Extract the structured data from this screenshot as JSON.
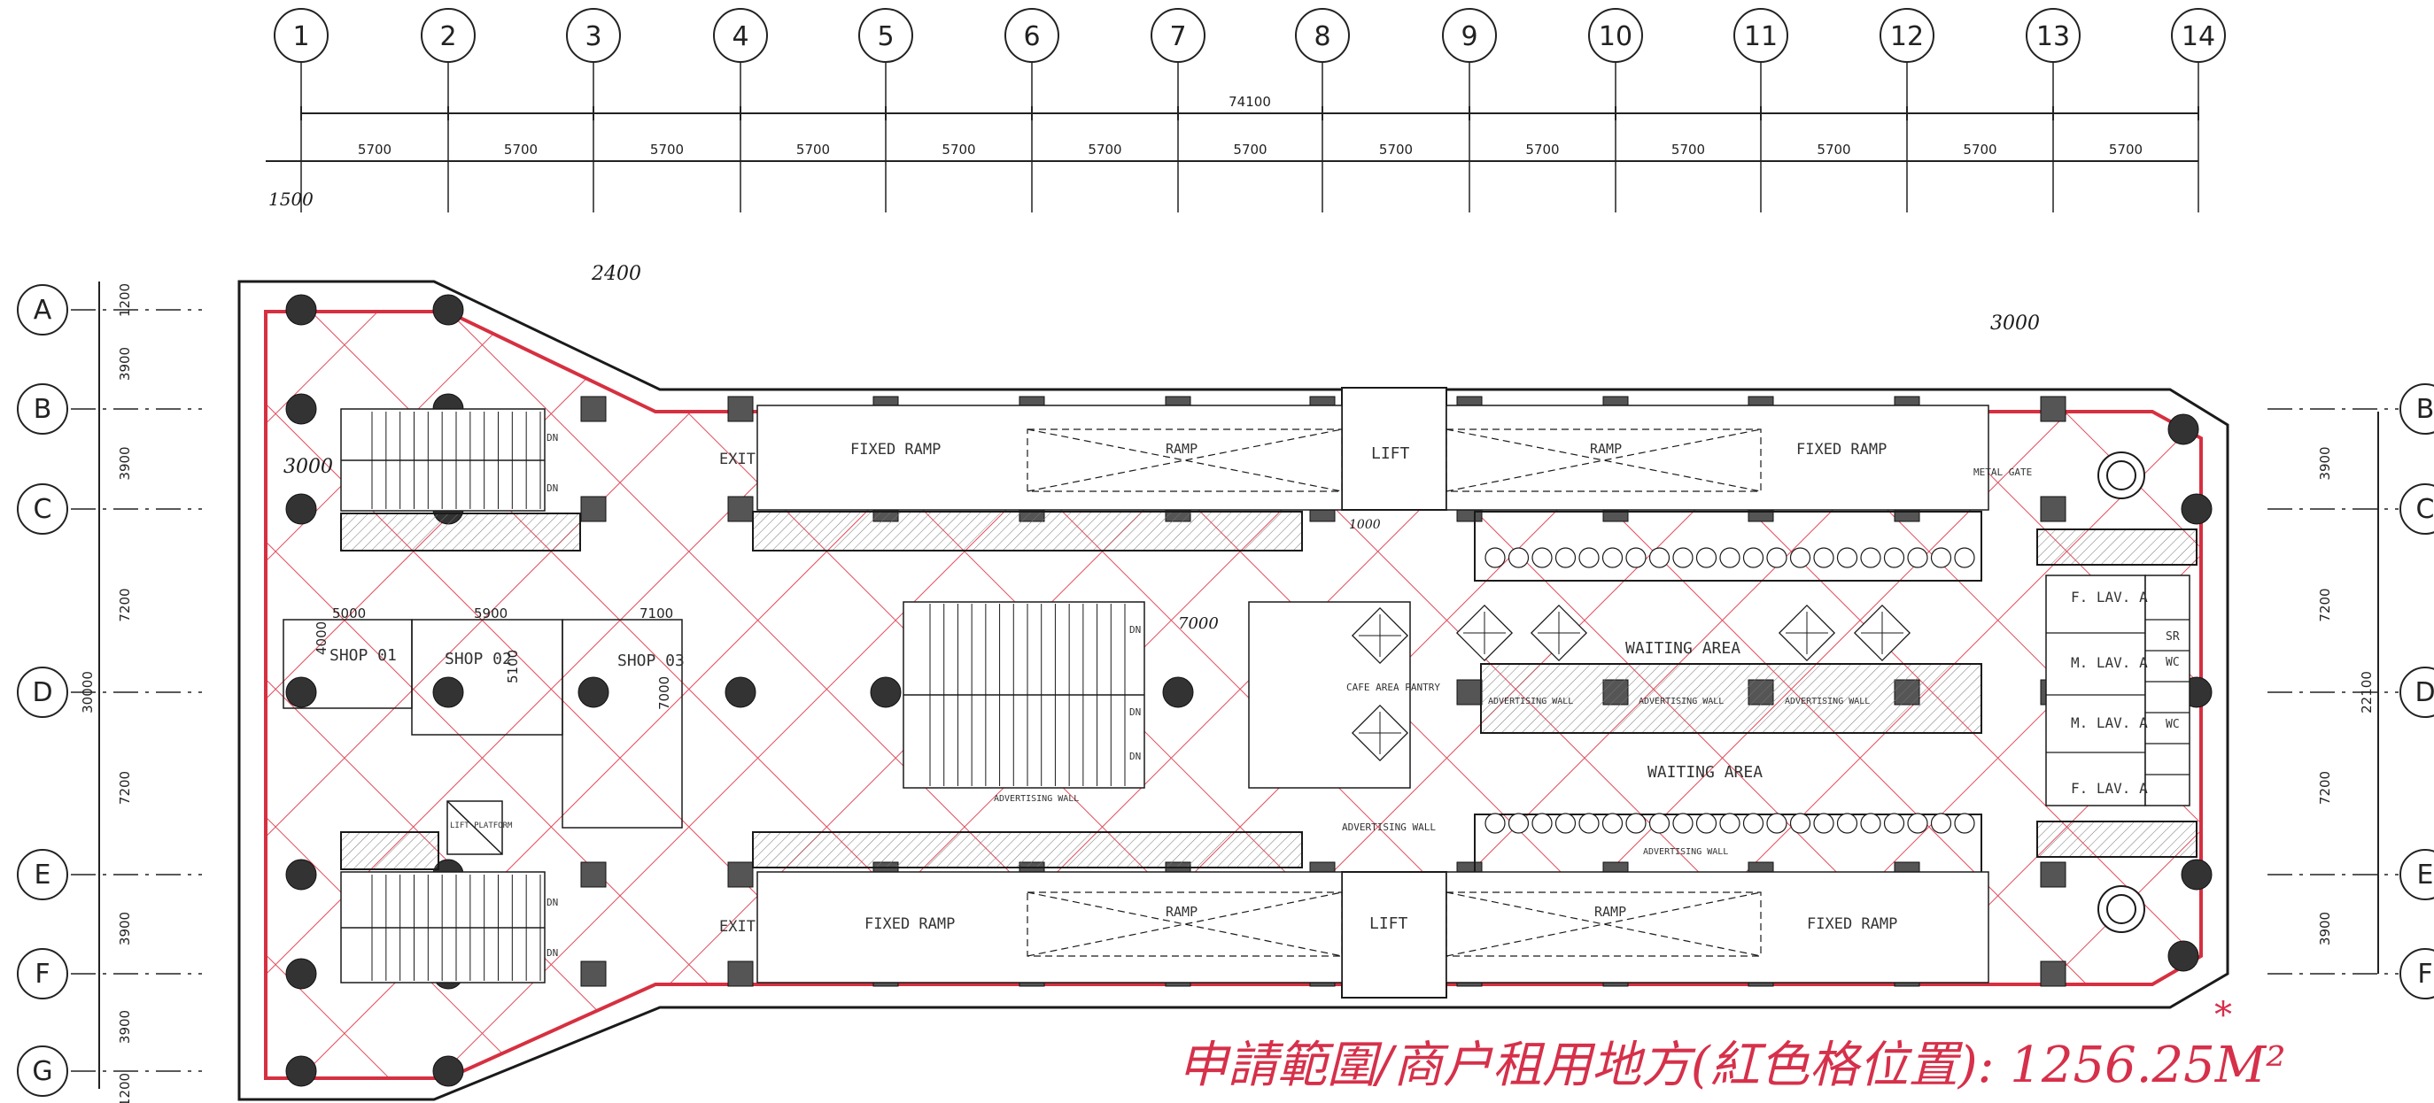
{
  "drawing": {
    "grid_columns": [
      "1",
      "2",
      "3",
      "4",
      "5",
      "6",
      "7",
      "8",
      "9",
      "10",
      "11",
      "12",
      "13",
      "14"
    ],
    "grid_rows": [
      "A",
      "B",
      "C",
      "D",
      "E",
      "F",
      "G"
    ],
    "grid_rows_right": [
      "B",
      "C",
      "D",
      "E",
      "F"
    ],
    "overall_width": "74100",
    "bay_spacings": [
      "5700",
      "5700",
      "5700",
      "5700",
      "5700",
      "5700",
      "5700",
      "5700",
      "5700",
      "5700",
      "5700",
      "5700",
      "5700"
    ],
    "left_row_dims": [
      "1200",
      "3900",
      "3900",
      "7200",
      "7200",
      "3900",
      "3900",
      "1200"
    ],
    "left_total": "30000",
    "right_row_dims": [
      "3900",
      "7200",
      "7200",
      "3900"
    ],
    "right_total": "22100",
    "hand_dims": {
      "d1500": "1500",
      "d2400": "2400",
      "d3000a": "3000",
      "d3000b": "3000",
      "d1000": "1000",
      "d7000": "7000"
    },
    "shops": [
      {
        "name": "SHOP 01",
        "w": "5000",
        "h": "4000"
      },
      {
        "name": "SHOP 02",
        "w": "5900",
        "h": "5100"
      },
      {
        "name": "SHOP 03",
        "w": "7100",
        "h": "7000"
      }
    ],
    "rooms": {
      "exit_top": "EXIT",
      "exit_bottom": "EXIT",
      "ramp_fixed_tl": "FIXED RAMP",
      "ramp_fixed_tr": "FIXED RAMP",
      "ramp_fixed_bl": "FIXED RAMP",
      "ramp_fixed_br": "FIXED RAMP",
      "ramp_t1": "RAMP",
      "ramp_t2": "RAMP",
      "ramp_b1": "RAMP",
      "ramp_b2": "RAMP",
      "lift_top": "LIFT",
      "lift_bottom": "LIFT",
      "waiting_1": "WAITING AREA",
      "waiting_2": "WAITING AREA",
      "cafe": "CAFE AREA PANTRY",
      "adv_wall_1": "ADVERTISING WALL",
      "adv_wall_2": "ADVERTISING WALL",
      "adv_wall_3": "ADVERTISING WALL",
      "adv_wall_4": "ADVERTISING WALL",
      "adv_wall_5": "ADVERTISING WALL",
      "adv_wall_6": "ADVERTISING WALL",
      "metal_gate": "METAL GATE",
      "lift_platform": "LIFT PLATFORM",
      "f_lav_1": "F. LAV. A",
      "m_lav_1": "M. LAV. A",
      "m_lav_2": "M. LAV. A",
      "f_lav_2": "F. LAV. A",
      "wc": "WC",
      "sr": "SR",
      "dn": "DN"
    },
    "annotation": "申請範圍/商户租用地方(紅色格位置): 1256.25M²",
    "annotation_star": "*",
    "colors": {
      "hatch": "#e24a5a",
      "column": "#333333",
      "line": "#1a1a1a",
      "annot": "#d6304a"
    }
  }
}
